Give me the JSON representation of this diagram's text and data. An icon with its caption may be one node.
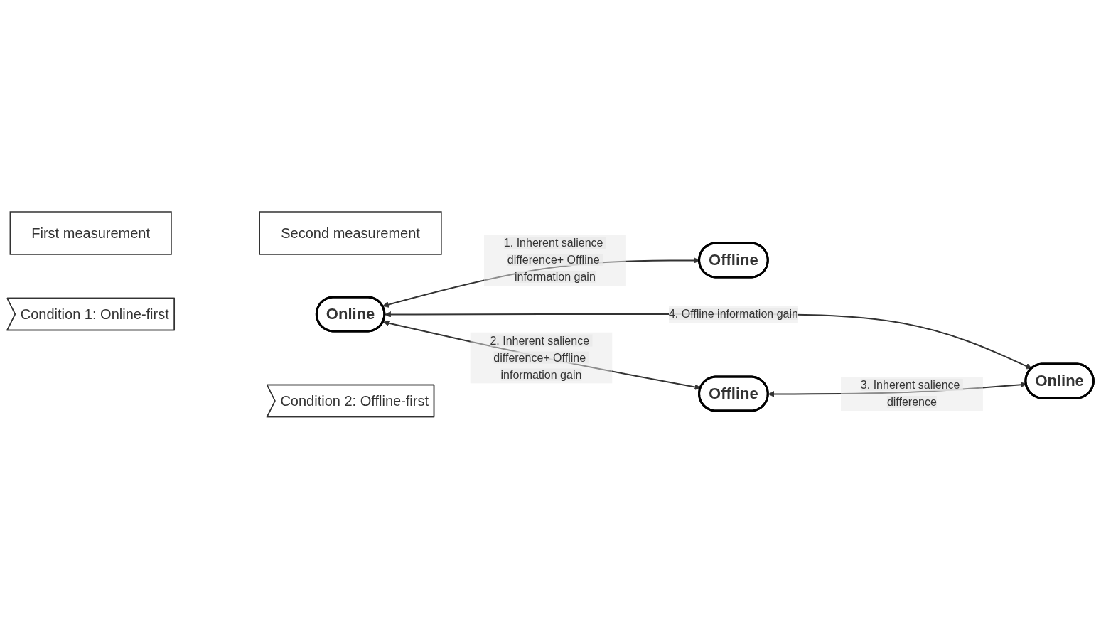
{
  "diagram": {
    "nodes": [
      {
        "text": [
          "First measurement"
        ]
      },
      {
        "text": [
          "Second measurement"
        ]
      },
      {
        "text": [
          "Condition 1: Online-first"
        ]
      },
      {
        "text": [
          "Online"
        ]
      },
      {
        "text": [
          "Offline"
        ]
      },
      {
        "text": [
          "Condition 2: Offline-first"
        ]
      },
      {
        "text": [
          "Offline"
        ]
      },
      {
        "text": [
          "Online"
        ]
      }
    ],
    "edges": [
      {
        "from": 3,
        "to": 4,
        "arrow": "both",
        "label": "1. Inherent salience difference+ Offline information gain"
      },
      {
        "from": 3,
        "to": 6,
        "arrow": "both",
        "label": "2. Inherent salience difference+ Offline information gain"
      },
      {
        "from": 6,
        "to": 7,
        "arrow": "both",
        "label": "3. Inherent salience difference"
      },
      {
        "from": 3,
        "to": 7,
        "arrow": "both",
        "label": "4. Offline information gain"
      }
    ]
  }
}
